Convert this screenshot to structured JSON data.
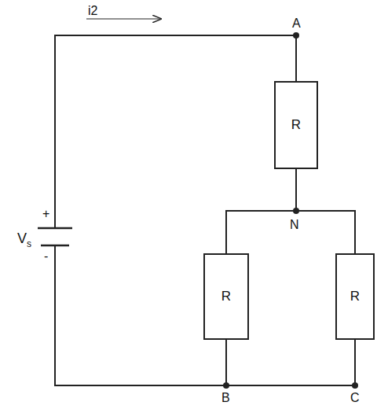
{
  "diagram": {
    "nodes": [
      {
        "text": [
          "R"
        ]
      },
      {
        "text": [
          "R"
        ]
      },
      {
        "text": [
          "R"
        ]
      }
    ],
    "edges": [
      {
        "from": 0,
        "to": 1,
        "arrow": "none"
      },
      {
        "from": 0,
        "to": 2,
        "arrow": "none"
      },
      {
        "from": 1,
        "to": 2,
        "arrow": "none"
      }
    ],
    "labels": [
      "i2",
      "A",
      "N",
      "B",
      "C",
      "+",
      "-",
      "V",
      "s"
    ]
  }
}
